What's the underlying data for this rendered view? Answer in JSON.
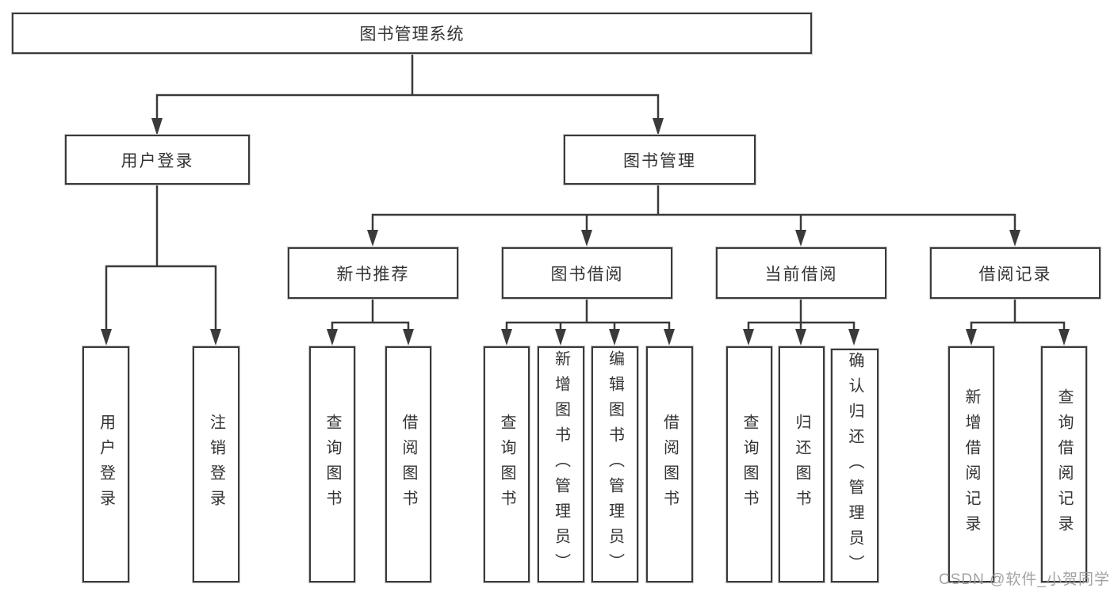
{
  "tree": {
    "root": "图书管理系统",
    "children": [
      {
        "label": "用户登录",
        "children": [
          {
            "label": "用户登录"
          },
          {
            "label": "注销登录"
          }
        ]
      },
      {
        "label": "图书管理",
        "children": [
          {
            "label": "新书推荐",
            "children": [
              {
                "label": "查询图书"
              },
              {
                "label": "借阅图书"
              }
            ]
          },
          {
            "label": "图书借阅",
            "children": [
              {
                "label": "查询图书"
              },
              {
                "label": "新增图书（管理员）"
              },
              {
                "label": "编辑图书（管理员）"
              },
              {
                "label": "借阅图书"
              }
            ]
          },
          {
            "label": "当前借阅",
            "children": [
              {
                "label": "查询图书"
              },
              {
                "label": "归还图书"
              },
              {
                "label": "确认归还（管理员）"
              }
            ]
          },
          {
            "label": "借阅记录",
            "children": [
              {
                "label": "新增借阅记录"
              },
              {
                "label": "查询借阅记录"
              }
            ]
          }
        ]
      }
    ]
  },
  "colors": {
    "line": "#3a3a3a",
    "box_border": "#3a3a3a",
    "background": "#ffffff",
    "watermark_gray": "#9b9b9b"
  },
  "watermark": {
    "text": "CSDN @软件_小贺同学"
  }
}
